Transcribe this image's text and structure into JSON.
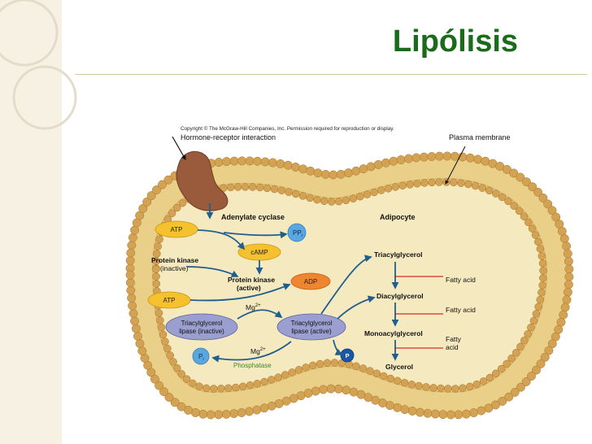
{
  "slide": {
    "title": "Lipólisis",
    "title_color": "#1a6b1a"
  },
  "figure": {
    "copyright": "Copyright © The McGraw-Hill Companies, Inc. Permission required for reproduction or display.",
    "hormone_receptor": "Hormone-receptor interaction",
    "plasma_membrane": "Plasma  membrane",
    "adenylate_cyclase": "Adenylate cyclase",
    "adipocyte": "Adipocyte",
    "atp_top": "ATP",
    "ppi_main": "PP",
    "ppi_sub": "i",
    "camp": "cAMP",
    "pk_inactive_1": "Protein kinase",
    "pk_inactive_2": "(inactive)",
    "pk_active_1": "Protein kinase",
    "pk_active_2": "(active)",
    "adp": "ADP",
    "atp_mid": "ATP",
    "mg_top": "Mg",
    "mg_top_sup": "2+",
    "tl_inactive_1": "Triacylglycerol",
    "tl_inactive_2": "lipase (inactive)",
    "tl_active_1": "Triacylglycerol",
    "tl_active_2": "lipase (active)",
    "mg_bottom": "Mg",
    "mg_bottom_sup": "2+",
    "pi_main": "P",
    "pi_sub": "i",
    "phosphatase": "Phosphatase",
    "p_badge": "P",
    "triacylglycerol": "Triacylglycerol",
    "diacylglycerol": "Diacylglycerol",
    "monoacylglycerol": "Monoacylglycerol",
    "glycerol": "Glycerol",
    "fatty_acid_1": "Fatty acid",
    "fatty_acid_2": "Fatty acid",
    "fatty_acid_3a": "Fatty",
    "fatty_acid_3b": "acid"
  },
  "colors": {
    "cell_interior": "#f3e7b9",
    "membrane_head": "#d4a253",
    "arrow_blue": "#1f5e8f",
    "receptor": "#9a5a3c",
    "atp_bubble": "#f5c12e",
    "ppi_bubble": "#5aa6df",
    "lipase_bubble": "#9a9fcf",
    "phosphatase_text": "#3a8a2e"
  }
}
